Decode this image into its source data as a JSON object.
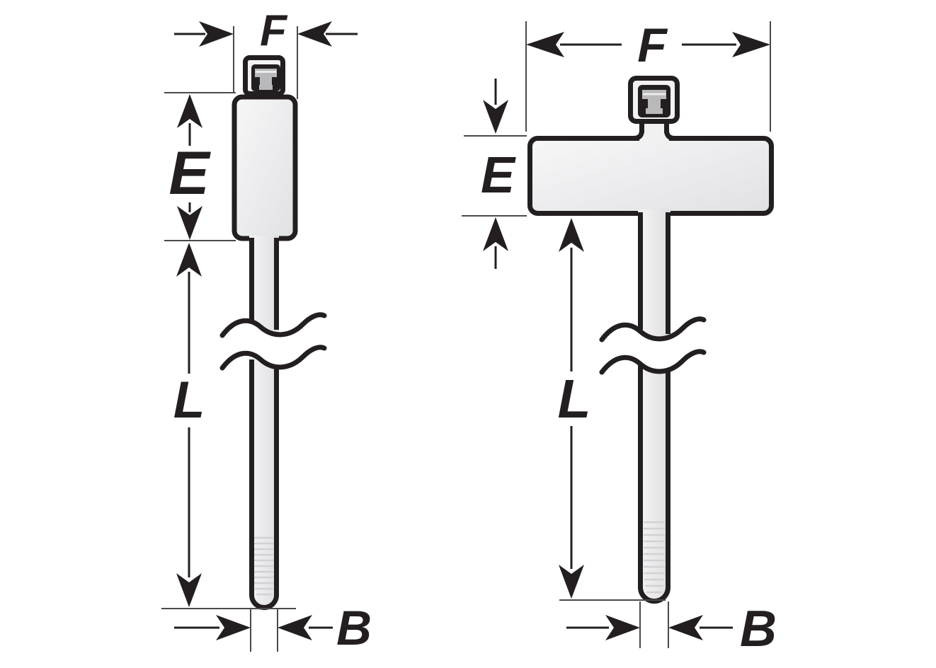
{
  "colors": {
    "background": "#ffffff",
    "line": "#231f20",
    "plate_fill_light": "#f6f6f7",
    "plate_fill_dark": "#e1e1e4",
    "socket_gray": "#b9b9bc",
    "rib_gray": "#d2d2d5",
    "extension_line_gray": "#4a4a4c"
  },
  "views": [
    {
      "id": "tie-with-vertical-tag",
      "labels": {
        "f": "F",
        "e": "E",
        "l": "L",
        "b": "B"
      }
    },
    {
      "id": "tie-with-horizontal-tag",
      "labels": {
        "f": "F",
        "e": "E",
        "l": "L",
        "b": "B"
      }
    }
  ]
}
